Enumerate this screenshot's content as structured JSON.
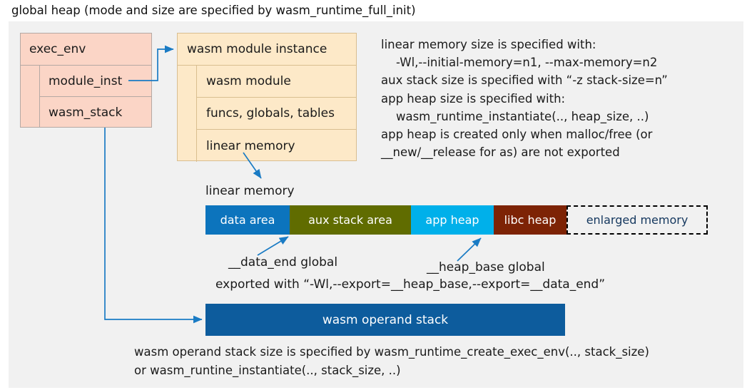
{
  "title": "global heap (mode and size are specified by wasm_runtime_full_init)",
  "colors": {
    "panel_bg": "#f1f1f1",
    "exec_env_fill": "#fbd5c6",
    "exec_env_border": "#b5a9a4",
    "module_fill": "#fde9c8",
    "module_border": "#d9be90",
    "arrow": "#1a7bc4",
    "data_area": "#0c74bd",
    "aux_stack_area": "#606c00",
    "app_heap": "#00b0ea",
    "libc_heap": "#7d2305",
    "operand_stack": "#0d5c9d",
    "enlarged_text": "#14375e"
  },
  "exec_env": {
    "header": "exec_env",
    "fields": [
      "module_inst",
      "wasm_stack"
    ]
  },
  "module_instance": {
    "header": "wasm module instance",
    "fields": [
      "wasm module",
      "funcs, globals, tables",
      "linear memory"
    ]
  },
  "description": "linear memory size is specified with:\n    -Wl,--initial-memory=n1, --max-memory=n2\naux stack size is specified with “-z stack-size=n”\napp heap size is specified with:\n    wasm_runtime_instantiate(.., heap_size, ..)\napp heap is created only when malloc/free (or\n__new/__release for as) are not exported",
  "linear_memory": {
    "label": "linear memory",
    "segments": [
      {
        "label": "data area",
        "color": "#0c74bd",
        "width": 118,
        "dashed": false
      },
      {
        "label": "aux stack area",
        "color": "#606c00",
        "width": 170,
        "dashed": false
      },
      {
        "label": "app heap",
        "color": "#00b0ea",
        "width": 116,
        "dashed": false
      },
      {
        "label": "libc heap",
        "color": "#7d2305",
        "width": 102,
        "dashed": false
      },
      {
        "label": "enlarged memory",
        "color": "#f1f1f1",
        "width": 198,
        "dashed": true
      }
    ]
  },
  "annotations": {
    "data_end": "__data_end global",
    "heap_base": "__heap_base global",
    "exported": "exported with “-Wl,--export=__heap_base,--export=__data_end”"
  },
  "operand_stack": {
    "label": "wasm operand stack"
  },
  "bottom_description": "wasm operand stack size is specified by wasm_runtime_create_exec_env(.., stack_size)\nor wasm_runtine_instantiate(.., stack_size, ..)"
}
